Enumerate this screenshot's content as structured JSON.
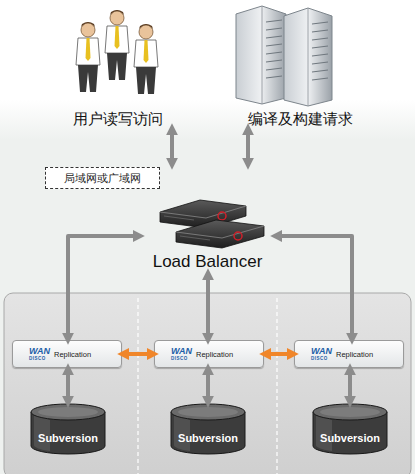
{
  "diagram": {
    "nodes": [
      {
        "text": [
          "用户读写访问"
        ]
      },
      {
        "text": [
          "编译及构建请求"
        ]
      },
      {
        "text": [
          "局域网或广域网"
        ]
      },
      {
        "text": [
          "Load Balancer"
        ]
      },
      {
        "text": [
          "WAN",
          "DISCO",
          "Replication"
        ]
      },
      {
        "text": [
          "WAN",
          "DISCO",
          "Replication"
        ]
      },
      {
        "text": [
          "WAN",
          "DISCO",
          "Replication"
        ]
      },
      {
        "text": [
          "Subversion"
        ]
      },
      {
        "text": [
          "Subversion"
        ]
      },
      {
        "text": [
          "Subversion"
        ]
      }
    ],
    "edges": [
      {
        "from": 0,
        "to": 3,
        "arrow": "both"
      },
      {
        "from": 1,
        "to": 3,
        "arrow": "both"
      },
      {
        "from": 3,
        "to": 4,
        "arrow": "both"
      },
      {
        "from": 3,
        "to": 5,
        "arrow": "both"
      },
      {
        "from": 3,
        "to": 6,
        "arrow": "both"
      },
      {
        "from": 4,
        "to": 5,
        "arrow": "both"
      },
      {
        "from": 5,
        "to": 6,
        "arrow": "both"
      },
      {
        "from": 4,
        "to": 7,
        "arrow": "both"
      },
      {
        "from": 5,
        "to": 8,
        "arrow": "both"
      },
      {
        "from": 6,
        "to": 9,
        "arrow": "both"
      }
    ]
  }
}
